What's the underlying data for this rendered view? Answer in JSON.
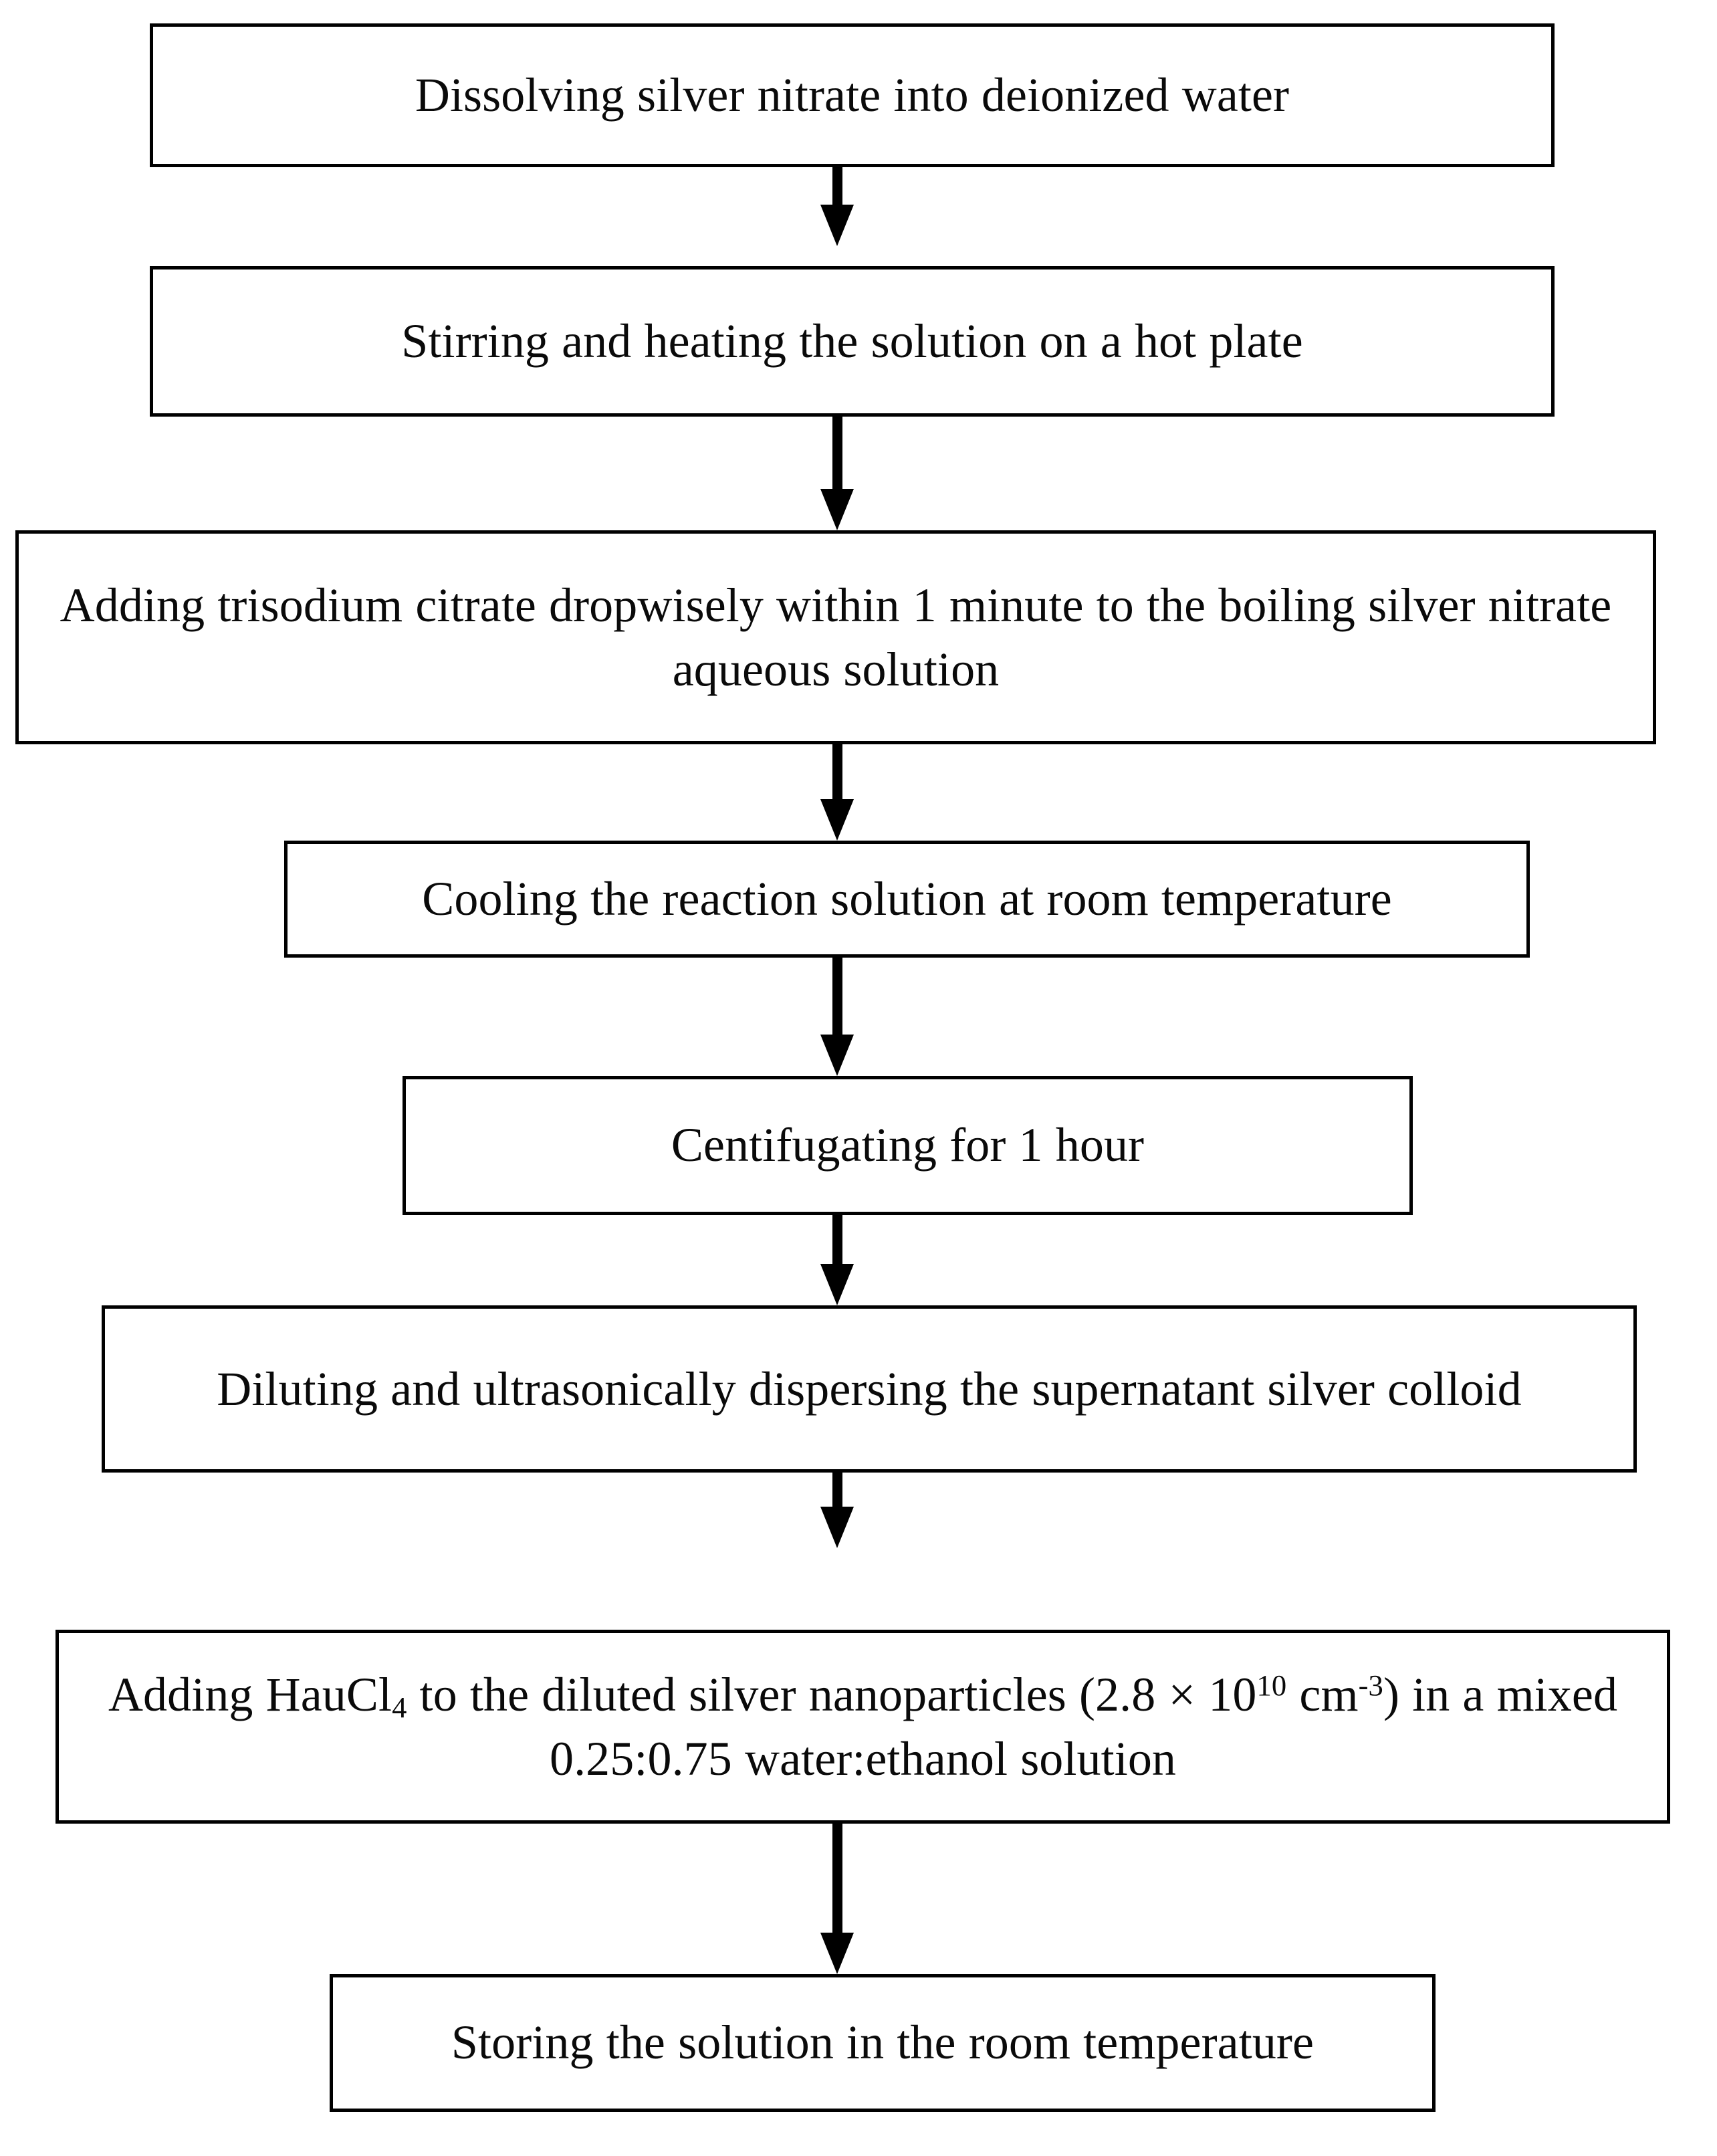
{
  "diagram": {
    "title": "Silver nanoparticle synthesis process flowchart",
    "type": "vertical-flowchart",
    "orientation": "top-to-bottom",
    "node_count": 8,
    "arrow_count": 7,
    "colors": {
      "background": "#ffffff",
      "box_border": "#000000",
      "box_fill": "#ffffff",
      "text": "#0a0a0a",
      "arrow": "#000000"
    },
    "steps": [
      {
        "id": "step-1",
        "order": 1,
        "name": "dissolving-silver-nitrate",
        "text": "Dissolving silver nitrate into deionized water",
        "lines": 1
      },
      {
        "id": "step-2",
        "order": 2,
        "name": "stirring-and-heating",
        "text": "Stirring and heating the solution on a hot plate",
        "lines": 1
      },
      {
        "id": "step-3",
        "order": 3,
        "name": "adding-trisodium-citrate",
        "text": "Adding trisodium citrate dropwisely within 1 minute to the boiling silver nitrate aqueous solution",
        "lines": 2
      },
      {
        "id": "step-4",
        "order": 4,
        "name": "cooling-reaction-solution",
        "text": "Cooling the reaction solution at room temperature",
        "lines": 1
      },
      {
        "id": "step-5",
        "order": 5,
        "name": "centifugating",
        "text": "Centifugating for 1 hour",
        "lines": 1
      },
      {
        "id": "step-6",
        "order": 6,
        "name": "diluting-and-dispersing",
        "text": "Diluting and ultrasonically dispersing the supernatant silver colloid",
        "lines": 2
      },
      {
        "id": "step-7",
        "order": 7,
        "name": "adding-haucl4",
        "text_parts": {
          "a": "Adding HauCl",
          "sub1": "4",
          "b": " to the diluted silver nanoparticles (2.8 × 10",
          "sup1": "10",
          "c": " cm",
          "sup2": "-3",
          "d": ") in a mixed 0.25:0.75 water:ethanol solution"
        },
        "text_plain": "Adding HauCl4 to the diluted silver nanoparticles (2.8 × 10^10 cm^-3) in a mixed 0.25:0.75 water:ethanol solution",
        "lines": 2
      },
      {
        "id": "step-8",
        "order": 8,
        "name": "storing-solution",
        "text": "Storing the solution in the room temperature",
        "lines": 1
      }
    ],
    "connectors": [
      {
        "name": "arrow-1-to-2",
        "from": "step-1",
        "to": "step-2",
        "glyph": "down-arrow-icon"
      },
      {
        "name": "arrow-2-to-3",
        "from": "step-2",
        "to": "step-3",
        "glyph": "down-arrow-icon"
      },
      {
        "name": "arrow-3-to-4",
        "from": "step-3",
        "to": "step-4",
        "glyph": "down-arrow-icon"
      },
      {
        "name": "arrow-4-to-5",
        "from": "step-4",
        "to": "step-5",
        "glyph": "down-arrow-icon"
      },
      {
        "name": "arrow-5-to-6",
        "from": "step-5",
        "to": "step-6",
        "glyph": "down-arrow-icon"
      },
      {
        "name": "arrow-6-to-7",
        "from": "step-6",
        "to": "step-7",
        "glyph": "down-arrow-icon"
      },
      {
        "name": "arrow-7-to-8",
        "from": "step-7",
        "to": "step-8",
        "glyph": "down-arrow-icon"
      }
    ]
  }
}
